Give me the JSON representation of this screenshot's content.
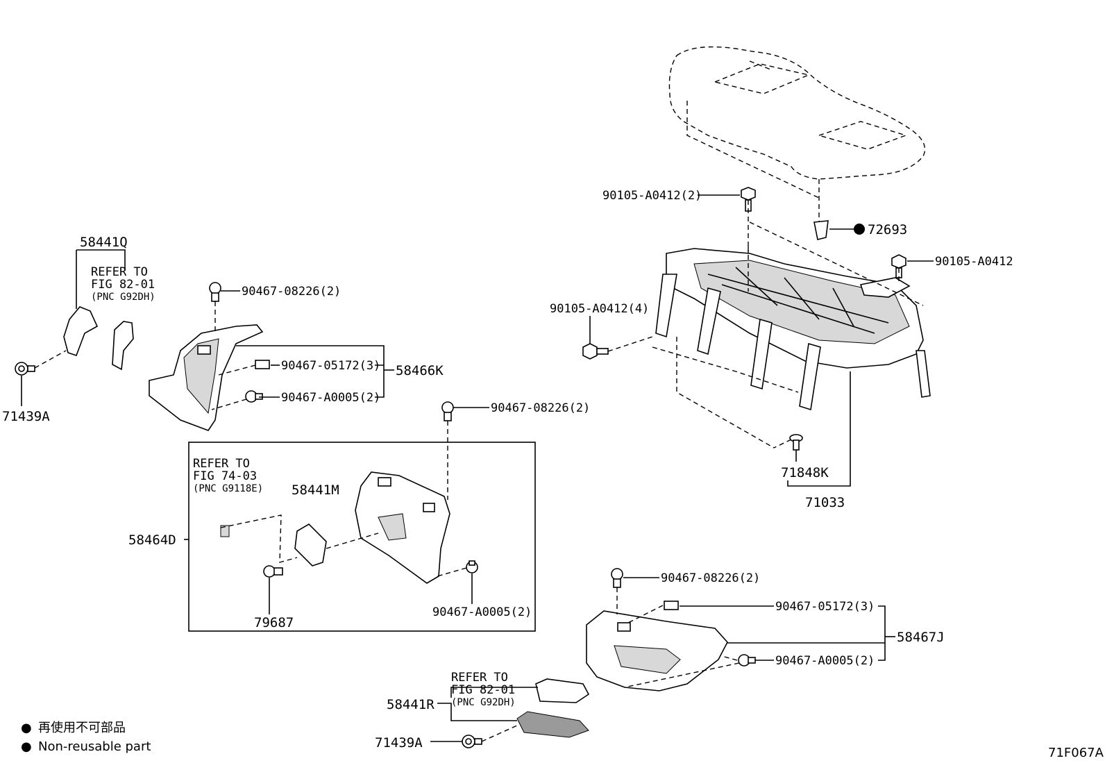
{
  "figure_code": "71F067A",
  "legend": {
    "bullet": "●",
    "japanese": "再使用不可部品",
    "english": "Non-reusable part"
  },
  "labels": {
    "p58441Q": "58441Q",
    "refer_1a": "REFER TO",
    "refer_1b": "FIG 82-01",
    "refer_1c": "(PNC G92DH)",
    "p71439A_top": "71439A",
    "p90467_08226_a": "90467-08226(2)",
    "p90467_05172_a": "90467-05172(3)",
    "p90467_A0005_a": "90467-A0005(2)",
    "p58466K": "58466K",
    "p90467_08226_b": "90467-08226(2)",
    "refer_2a": "REFER TO",
    "refer_2b": "FIG 74-03",
    "refer_2c": "(PNC G9118E)",
    "p58441M": "58441M",
    "p58464D": "58464D",
    "p79687": "79687",
    "p90467_A0005_b": "90467-A0005(2)",
    "p90105_A0412_2": "90105-A0412(2)",
    "p72693": "72693",
    "p90105_A0412": "90105-A0412",
    "p90105_A0412_4": "90105-A0412(4)",
    "p71848K": "71848K",
    "p71033": "71033",
    "p90467_08226_c": "90467-08226(2)",
    "p90467_05172_c": "90467-05172(3)",
    "p58467J": "58467J",
    "p90467_A0005_c": "90467-A0005(2)",
    "refer_3a": "REFER TO",
    "refer_3b": "FIG 82-01",
    "refer_3c": "(PNC G92DH)",
    "p58441R": "58441R",
    "p71439A_bottom": "71439A"
  }
}
